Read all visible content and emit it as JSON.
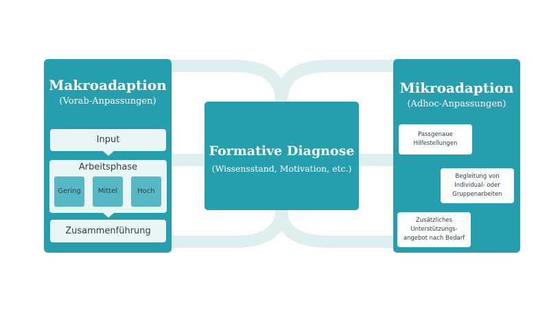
{
  "left_panel": {
    "title": "Makroadaption",
    "subtitle": "(Vorab-Anpassungen)",
    "input": "Input",
    "arbeitsphase": "Arbeitsphase",
    "levels": [
      "Gering",
      "Mittel",
      "Hoch"
    ],
    "zusammenfuehrung": "Zusammenführung"
  },
  "center": {
    "title": "Formative Diagnose",
    "subtitle": "(Wissensstand, Motivation, etc.)"
  },
  "right_panel": {
    "title": "Mikroadaption",
    "subtitle": "(Adhoc-Anpassungen)",
    "cards": [
      {
        "lines": [
          "Passgenaue",
          "Hilfestellungen"
        ]
      },
      {
        "lines": [
          "Begleitung von",
          "Individual- oder",
          "Gruppenarbeiten"
        ]
      },
      {
        "lines": [
          "Zusätzliches",
          "Unterstützungs-",
          "angebot nach Bedarf"
        ]
      }
    ]
  },
  "colors": {
    "teal": "#259fae",
    "teal_light": "#55b8c4",
    "connector": "#deefef",
    "box_light": "#eaf5f6",
    "text_dark": "#2b3f44"
  }
}
